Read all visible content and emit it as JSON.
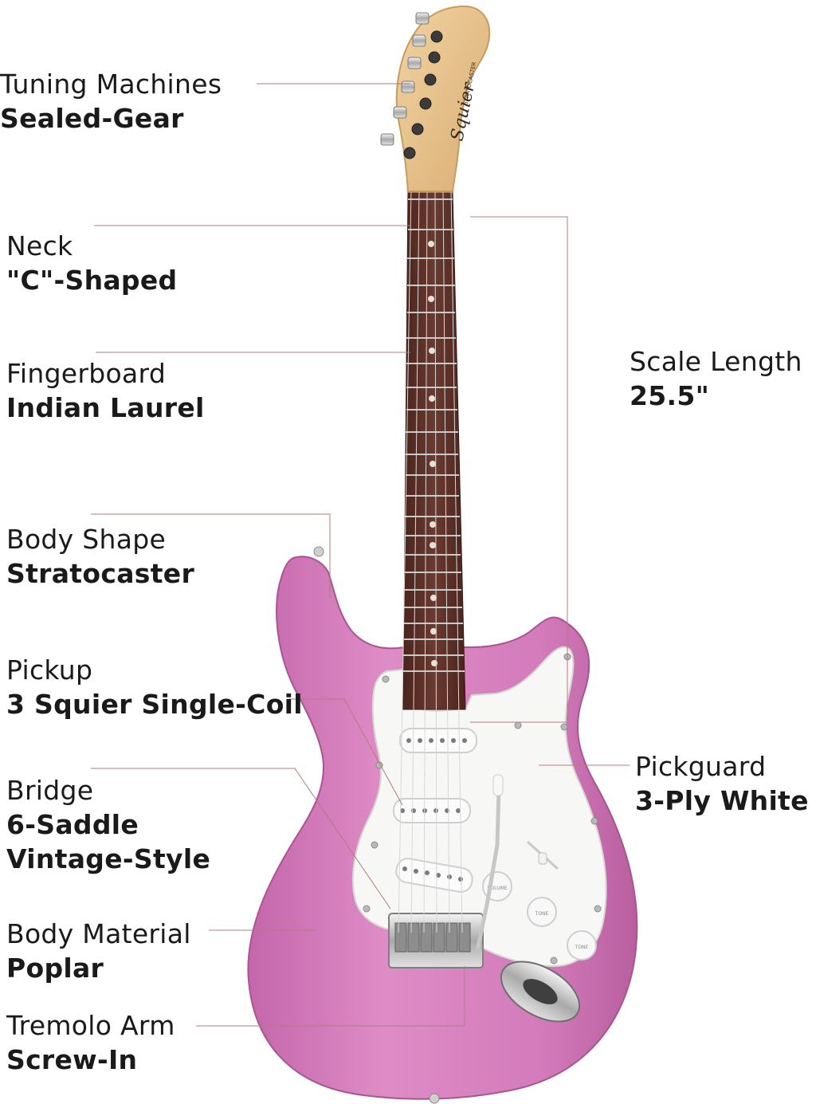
{
  "brand": {
    "logo_text": "Squier",
    "model_text": "STRATOCASTER"
  },
  "colors": {
    "body": "#d47cb9",
    "body_shade": "#b65c9c",
    "pickguard": "#f7f7f5",
    "fingerboard": "#5a2f27",
    "headstock": "#e8c38e",
    "leader": "#b07c7c",
    "text": "#1a1a1a"
  },
  "callouts": [
    {
      "id": "tuning",
      "name": "Tuning Machines",
      "spec": [
        "Sealed-Gear"
      ]
    },
    {
      "id": "neck",
      "name": "Neck",
      "spec": [
        "\"C\"-Shaped"
      ]
    },
    {
      "id": "fingerboard",
      "name": "Fingerboard",
      "spec": [
        "Indian Laurel"
      ]
    },
    {
      "id": "body-shape",
      "name": "Body Shape",
      "spec": [
        "Stratocaster"
      ]
    },
    {
      "id": "pickup",
      "name": "Pickup",
      "spec": [
        "3 Squier Single-Coil"
      ]
    },
    {
      "id": "bridge",
      "name": "Bridge",
      "spec": [
        "6-Saddle",
        "Vintage-Style"
      ]
    },
    {
      "id": "body-material",
      "name": "Body Material",
      "spec": [
        "Poplar"
      ]
    },
    {
      "id": "tremolo",
      "name": "Tremolo Arm",
      "spec": [
        "Screw-In"
      ]
    },
    {
      "id": "scale",
      "name": "Scale Length",
      "spec": [
        "25.5\""
      ]
    },
    {
      "id": "pickguard",
      "name": "Pickguard",
      "spec": [
        "3-Ply White"
      ]
    }
  ],
  "knob_labels": [
    "VOLUME",
    "TONE",
    "TONE"
  ]
}
